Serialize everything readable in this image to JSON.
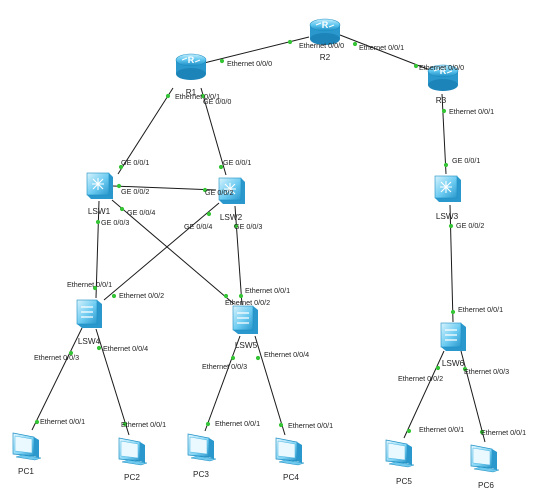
{
  "diagram": {
    "devices": [
      {
        "id": "R1",
        "type": "router",
        "label": "R1"
      },
      {
        "id": "R2",
        "type": "router",
        "label": "R2"
      },
      {
        "id": "R3",
        "type": "router",
        "label": "R3"
      },
      {
        "id": "LSW1",
        "type": "l3switch",
        "label": "LSW1"
      },
      {
        "id": "LSW2",
        "type": "l3switch",
        "label": "LSW2"
      },
      {
        "id": "LSW3",
        "type": "l3switch",
        "label": "LSW3"
      },
      {
        "id": "LSW4",
        "type": "l2switch",
        "label": "LSW4"
      },
      {
        "id": "LSW5",
        "type": "l2switch",
        "label": "LSW5"
      },
      {
        "id": "LSW6",
        "type": "l2switch",
        "label": "LSW6"
      },
      {
        "id": "PC1",
        "type": "pc",
        "label": "PC1"
      },
      {
        "id": "PC2",
        "type": "pc",
        "label": "PC2"
      },
      {
        "id": "PC3",
        "type": "pc",
        "label": "PC3"
      },
      {
        "id": "PC4",
        "type": "pc",
        "label": "PC4"
      },
      {
        "id": "PC5",
        "type": "pc",
        "label": "PC5"
      },
      {
        "id": "PC6",
        "type": "pc",
        "label": "PC6"
      }
    ],
    "links": [
      {
        "a": "R1",
        "a_port": "Ethernet 0/0/0",
        "b": "R2",
        "b_port": "Ethernet 0/0/0"
      },
      {
        "a": "R2",
        "a_port": "Ethernet 0/0/1",
        "b": "R3",
        "b_port": "Ethernet 0/0/0"
      },
      {
        "a": "R1",
        "a_port": "Ethernet 0/0/1",
        "b": "LSW1",
        "b_port": "GE 0/0/1"
      },
      {
        "a": "R1",
        "a_port": "GE 0/0/0",
        "b": "LSW2",
        "b_port": "GE 0/0/1"
      },
      {
        "a": "R3",
        "a_port": "Ethernet 0/0/1",
        "b": "LSW3",
        "b_port": "GE 0/0/1"
      },
      {
        "a": "LSW1",
        "a_port": "GE 0/0/2",
        "b": "LSW2",
        "b_port": "GE 0/0/2"
      },
      {
        "a": "LSW1",
        "a_port": "GE 0/0/3",
        "b": "LSW4",
        "b_port": "Ethernet 0/0/1"
      },
      {
        "a": "LSW1",
        "a_port": "GE 0/0/4",
        "b": "LSW5",
        "b_port": "Ethernet 0/0/2"
      },
      {
        "a": "LSW2",
        "a_port": "GE 0/0/4",
        "b": "LSW4",
        "b_port": "Ethernet 0/0/2"
      },
      {
        "a": "LSW2",
        "a_port": "GE 0/0/3",
        "b": "LSW5",
        "b_port": "Ethernet 0/0/1"
      },
      {
        "a": "LSW3",
        "a_port": "GE 0/0/2",
        "b": "LSW6",
        "b_port": "Ethernet 0/0/1"
      },
      {
        "a": "LSW4",
        "a_port": "Ethernet 0/0/3",
        "b": "PC1",
        "b_port": "Ethernet 0/0/1"
      },
      {
        "a": "LSW4",
        "a_port": "Ethernet 0/0/4",
        "b": "PC2",
        "b_port": "Ethernet 0/0/1"
      },
      {
        "a": "LSW5",
        "a_port": "Ethernet 0/0/3",
        "b": "PC3",
        "b_port": "Ethernet 0/0/1"
      },
      {
        "a": "LSW5",
        "a_port": "Ethernet 0/0/4",
        "b": "PC4",
        "b_port": "Ethernet 0/0/1"
      },
      {
        "a": "LSW6",
        "a_port": "Ethernet 0/0/2",
        "b": "PC5",
        "b_port": "Ethernet 0/0/1"
      },
      {
        "a": "LSW6",
        "a_port": "Ethernet 0/0/3",
        "b": "PC6",
        "b_port": "Ethernet 0/0/1"
      }
    ],
    "colors": {
      "device_fill": "#5fc3ec",
      "device_dark": "#1d8fc4",
      "device_light": "#bfeafb",
      "link": "#1a1a1a",
      "port_dot": "#35c435"
    }
  }
}
